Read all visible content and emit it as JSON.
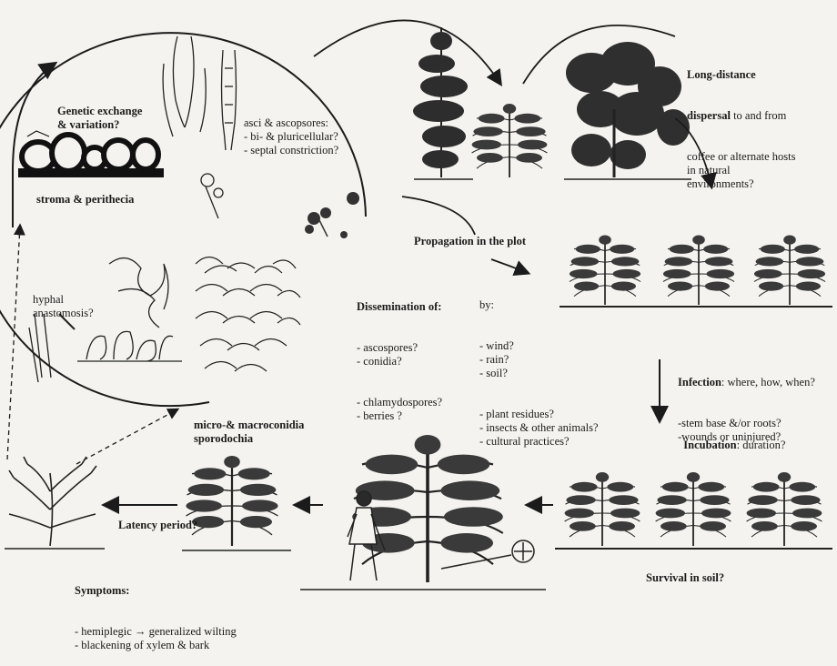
{
  "labels": {
    "genetic_exchange": [
      "Genetic exchange",
      "& variation?"
    ],
    "asci": [
      "asci & ascopsores:",
      "- bi- & pluricellular?",
      "- septal constriction?"
    ],
    "stroma": "stroma & perithecia",
    "hyphal": [
      "hyphal",
      "anastomosis?"
    ],
    "conidia": [
      "micro-& macroconidia",
      "sporodochia"
    ],
    "dissemination_title": "Dissemination of:",
    "dissemination_items": [
      "- ascospores?",
      "- conidia?",
      "- chlamydospores?",
      "- berries ?"
    ],
    "propagation": "Propagation in the plot",
    "by_title": "by:",
    "by_items": [
      "- wind?",
      "- rain?",
      "- soil?",
      "- plant residues?",
      "- insects & other animals?",
      "- cultural practices?"
    ],
    "long_distance": {
      "bold": [
        "Long-distance",
        "dispersal"
      ],
      "rest": [
        " to and from",
        "coffee or alternate hosts",
        "in natural",
        "environments?"
      ]
    },
    "infection": {
      "bold": "Infection",
      "rest": ": where, how, when?",
      "items": [
        "-stem base &/or roots?",
        "-wounds or uninjured?"
      ]
    },
    "incubation": {
      "bold": "Incubation",
      "rest": ": duration?"
    },
    "survival": "Survival in soil?",
    "latency": "Latency period?",
    "symptoms_title": "Symptoms:",
    "symptoms_items": [
      "- hemiplegic → generalized wilting",
      "- blackening of xylem & bark"
    ]
  },
  "colors": {
    "ink": "#1b1b1b",
    "paper": "#f4f3ef"
  }
}
